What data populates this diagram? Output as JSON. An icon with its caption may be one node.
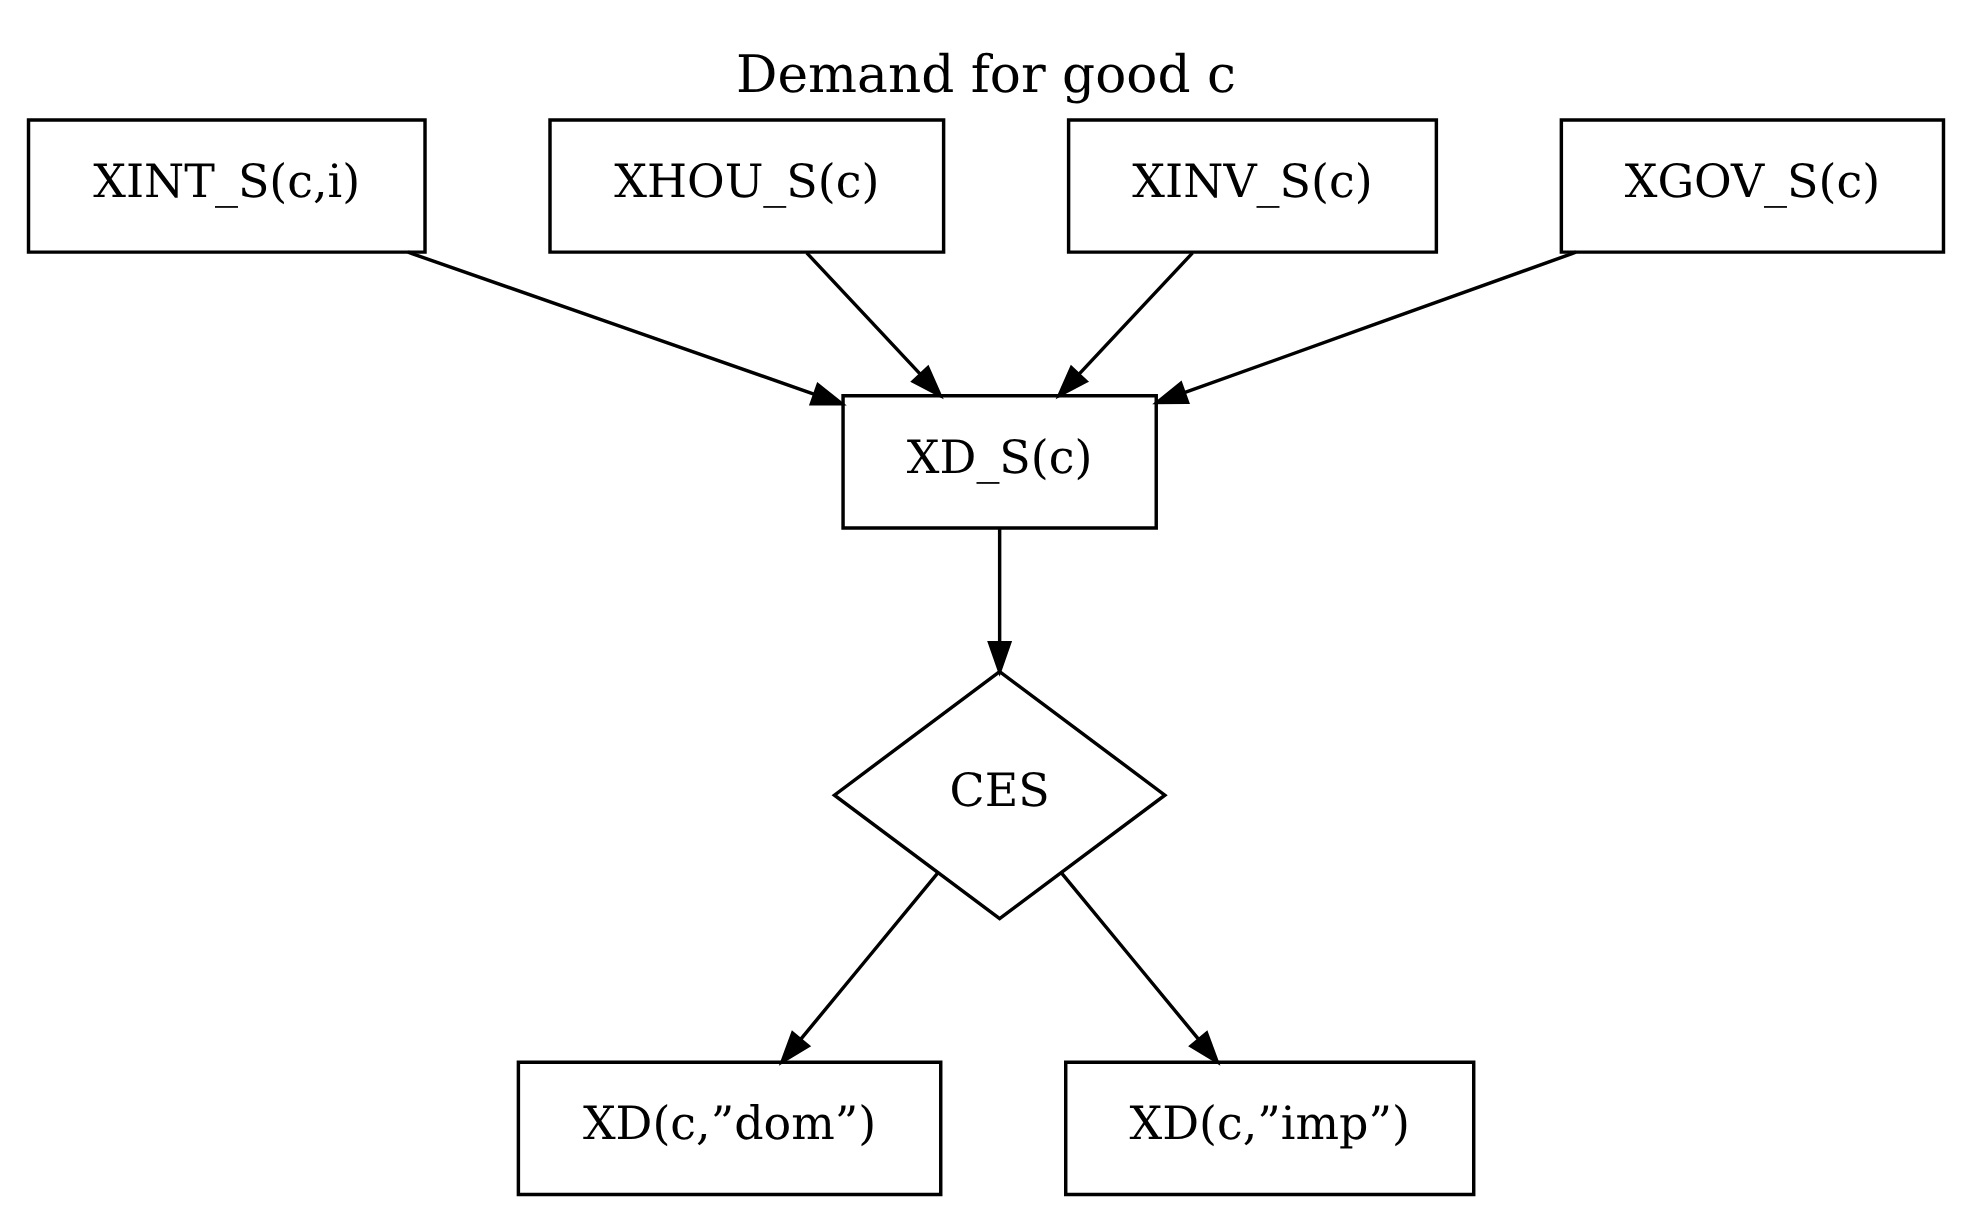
{
  "diagram": {
    "title": "Demand for good c",
    "nodes": [
      {
        "text": [
          "XINT_S(c,i)"
        ]
      },
      {
        "text": [
          "XHOU_S(c)"
        ]
      },
      {
        "text": [
          "XINV_S(c)"
        ]
      },
      {
        "text": [
          "XGOV_S(c)"
        ]
      },
      {
        "text": [
          "XD_S(c)"
        ]
      },
      {
        "text": [
          "CES"
        ]
      },
      {
        "text": [
          "XD(c,”dom”)"
        ]
      },
      {
        "text": [
          "XD(c,”imp”)"
        ]
      }
    ],
    "edges": [
      {
        "from": 0,
        "to": 4,
        "arrow": "to"
      },
      {
        "from": 1,
        "to": 4,
        "arrow": "to"
      },
      {
        "from": 2,
        "to": 4,
        "arrow": "to"
      },
      {
        "from": 3,
        "to": 4,
        "arrow": "to"
      },
      {
        "from": 4,
        "to": 5,
        "arrow": "to"
      },
      {
        "from": 5,
        "to": 6,
        "arrow": "to"
      },
      {
        "from": 5,
        "to": 7,
        "arrow": "to"
      }
    ]
  }
}
